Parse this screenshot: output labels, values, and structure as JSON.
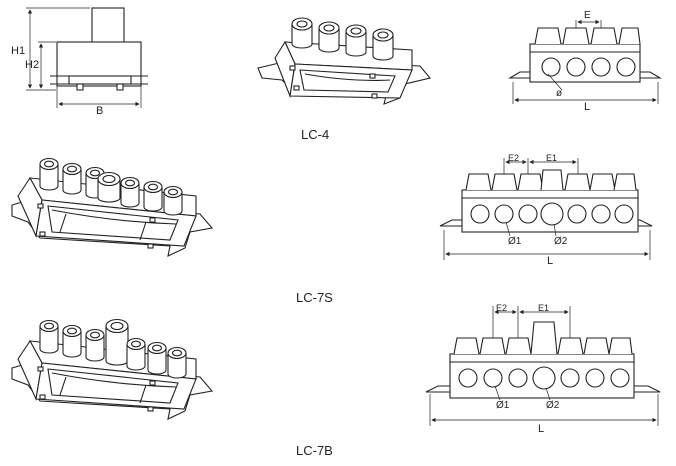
{
  "captions": {
    "lc4": "LC-4",
    "lc7s": "LC-7S",
    "lc7b": "LC-7B"
  },
  "dims": {
    "h1": "H1",
    "h2": "H2",
    "b": "B",
    "e": "E",
    "e1": "E1",
    "e2": "E2",
    "l": "L",
    "phi": "ø",
    "phi1": "Ø1",
    "phi2": "Ø2"
  }
}
